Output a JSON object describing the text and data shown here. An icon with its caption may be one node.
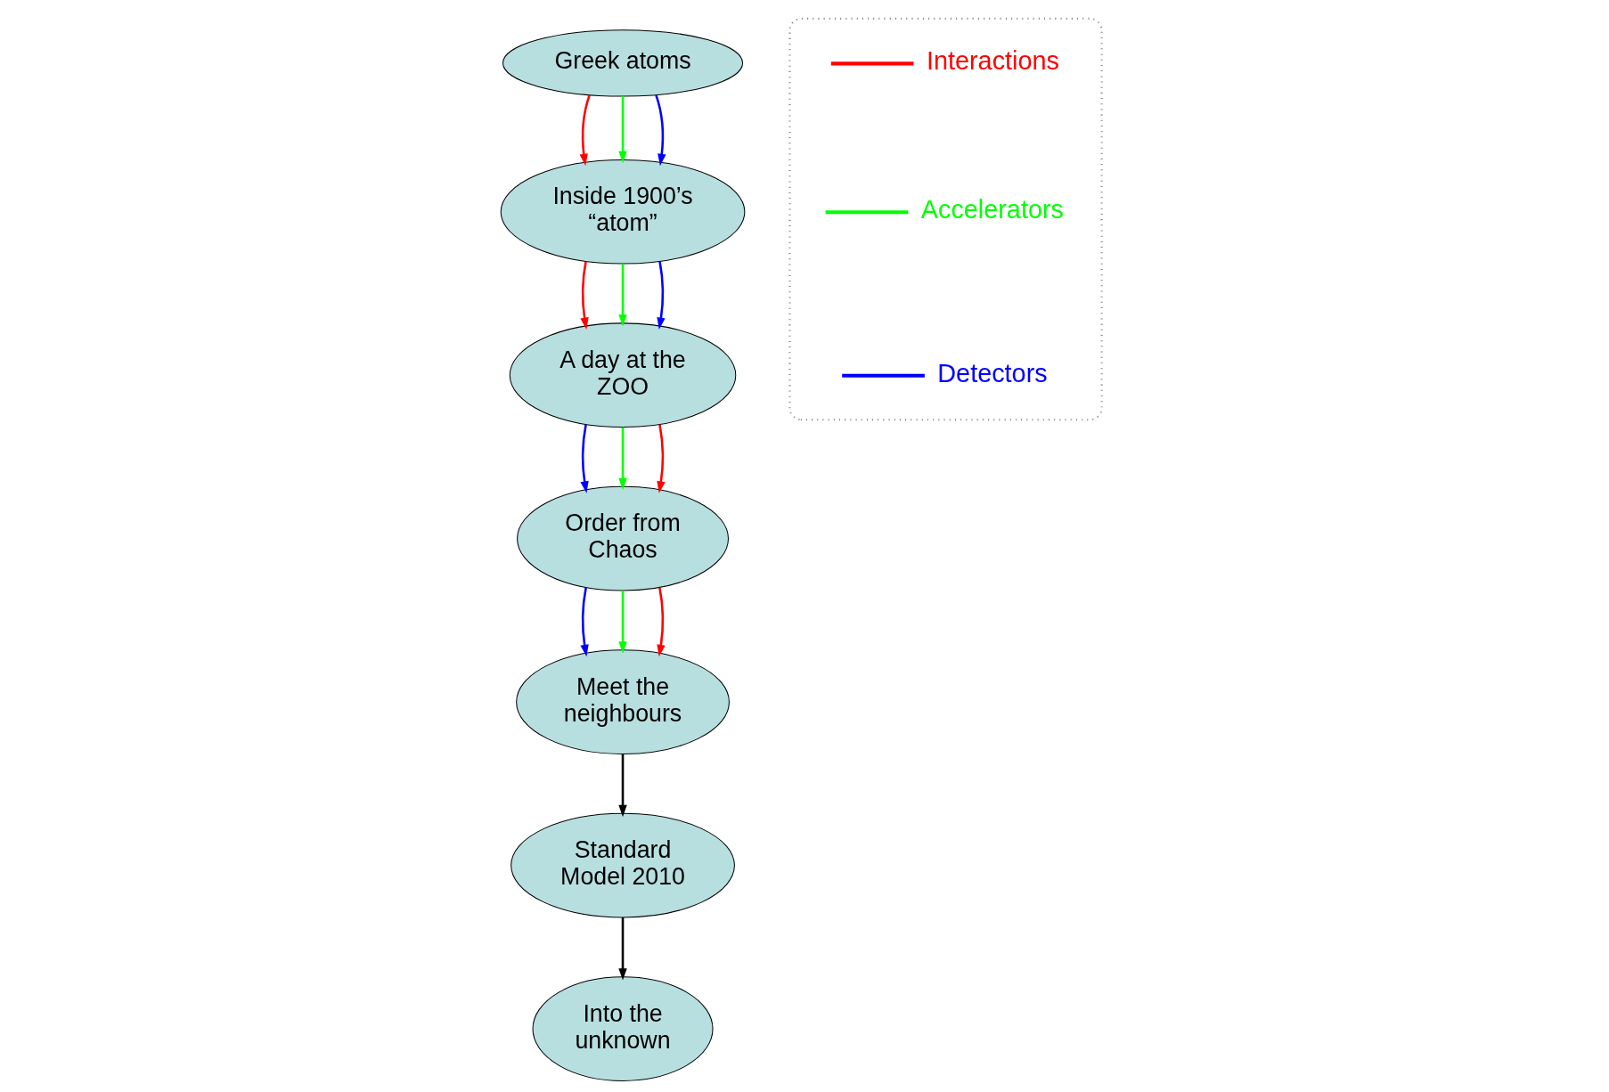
{
  "diagram": {
    "nodes": [
      {
        "text": [
          "Greek atoms"
        ]
      },
      {
        "text": [
          "Inside 1900’s “atom”"
        ]
      },
      {
        "text": [
          "A day at the ZOO"
        ]
      },
      {
        "text": [
          "Order from Chaos"
        ]
      },
      {
        "text": [
          "Meet the neighbours"
        ]
      },
      {
        "text": [
          "Standard Model 2010"
        ]
      },
      {
        "text": [
          "Into the unknown"
        ]
      },
      {
        "text": [],
        "shape": "box"
      }
    ],
    "edges": [
      {
        "from": 0,
        "to": 1,
        "arrow": "to",
        "color": "#ff0000"
      },
      {
        "from": 0,
        "to": 1,
        "arrow": "to",
        "color": "#00ff00"
      },
      {
        "from": 0,
        "to": 1,
        "arrow": "to",
        "color": "#0000ff"
      },
      {
        "from": 1,
        "to": 2,
        "arrow": "to",
        "color": "#ff0000"
      },
      {
        "from": 1,
        "to": 2,
        "arrow": "to",
        "color": "#00ff00"
      },
      {
        "from": 1,
        "to": 2,
        "arrow": "to",
        "color": "#0000ff"
      },
      {
        "from": 2,
        "to": 3,
        "arrow": "to",
        "color": "#0000ff"
      },
      {
        "from": 2,
        "to": 3,
        "arrow": "to",
        "color": "#00ff00"
      },
      {
        "from": 2,
        "to": 3,
        "arrow": "to",
        "color": "#ff0000"
      },
      {
        "from": 3,
        "to": 4,
        "arrow": "to",
        "color": "#0000ff"
      },
      {
        "from": 3,
        "to": 4,
        "arrow": "to",
        "color": "#00ff00"
      },
      {
        "from": 3,
        "to": 4,
        "arrow": "to",
        "color": "#ff0000"
      },
      {
        "from": 4,
        "to": 5,
        "arrow": "to",
        "color": "#000000"
      },
      {
        "from": 5,
        "to": 6,
        "arrow": "to",
        "color": "#000000"
      }
    ],
    "legend": [
      {
        "text": "Interactions",
        "color": "#ff0000"
      },
      {
        "text": "Accelerators",
        "color": "#00ff00"
      },
      {
        "text": "Detectors",
        "color": "#0000ff"
      }
    ]
  }
}
